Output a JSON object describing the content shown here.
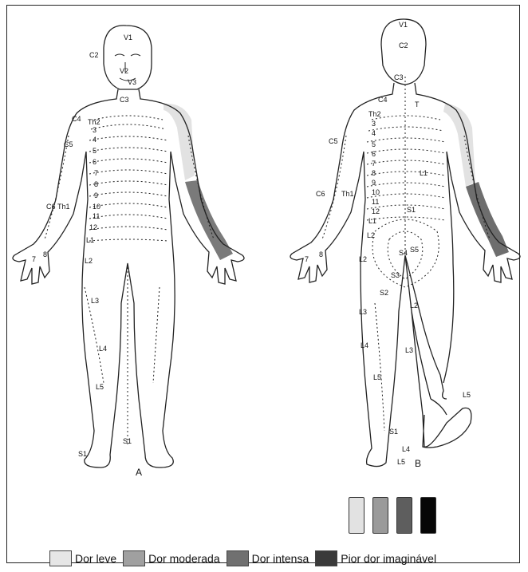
{
  "figure_labels": {
    "front": "A",
    "back": "B"
  },
  "front_dermatomes": [
    {
      "id": "V1",
      "text": "V1"
    },
    {
      "id": "C2",
      "text": "C2"
    },
    {
      "id": "V2",
      "text": "V2"
    },
    {
      "id": "V3",
      "text": "V3"
    },
    {
      "id": "C3",
      "text": "C3"
    },
    {
      "id": "C4",
      "text": "C4"
    },
    {
      "id": "Th2",
      "text": "Th2"
    },
    {
      "id": "3",
      "text": "3"
    },
    {
      "id": "4",
      "text": "4"
    },
    {
      "id": "C5",
      "text": "C5"
    },
    {
      "id": "5",
      "text": "5"
    },
    {
      "id": "6",
      "text": "6"
    },
    {
      "id": "7",
      "text": "7"
    },
    {
      "id": "8",
      "text": "8"
    },
    {
      "id": "9",
      "text": "9"
    },
    {
      "id": "10",
      "text": "10"
    },
    {
      "id": "11",
      "text": "11"
    },
    {
      "id": "12",
      "text": "12"
    },
    {
      "id": "C6",
      "text": "C6"
    },
    {
      "id": "Th1",
      "text": "Th1"
    },
    {
      "id": "L1",
      "text": "L1"
    },
    {
      "id": "L2",
      "text": "L2"
    },
    {
      "id": "C7",
      "text": "7"
    },
    {
      "id": "C8",
      "text": "8"
    },
    {
      "id": "L3",
      "text": "L3"
    },
    {
      "id": "L4",
      "text": "L4"
    },
    {
      "id": "L5",
      "text": "L5"
    },
    {
      "id": "S1a",
      "text": "S1"
    },
    {
      "id": "S1b",
      "text": "S1"
    }
  ],
  "back_dermatomes": [
    {
      "id": "V1",
      "text": "V1"
    },
    {
      "id": "C2",
      "text": "C2"
    },
    {
      "id": "C3",
      "text": "C3"
    },
    {
      "id": "C4",
      "text": "C4"
    },
    {
      "id": "T1",
      "text": "T"
    },
    {
      "id": "Th2",
      "text": "Th2"
    },
    {
      "id": "3",
      "text": "3"
    },
    {
      "id": "4",
      "text": "4"
    },
    {
      "id": "C5",
      "text": "C5"
    },
    {
      "id": "5",
      "text": "5"
    },
    {
      "id": "6",
      "text": "6"
    },
    {
      "id": "7",
      "text": "7"
    },
    {
      "id": "8",
      "text": "8"
    },
    {
      "id": "9",
      "text": "9"
    },
    {
      "id": "L1r",
      "text": "L1"
    },
    {
      "id": "10",
      "text": "10"
    },
    {
      "id": "C6",
      "text": "C6"
    },
    {
      "id": "Th1",
      "text": "Th1"
    },
    {
      "id": "11",
      "text": "11"
    },
    {
      "id": "12",
      "text": "12"
    },
    {
      "id": "S1",
      "text": "S1"
    },
    {
      "id": "L1",
      "text": "L1"
    },
    {
      "id": "L2",
      "text": "L2"
    },
    {
      "id": "C7",
      "text": "7"
    },
    {
      "id": "C8",
      "text": "8"
    },
    {
      "id": "S4",
      "text": "S4"
    },
    {
      "id": "S5",
      "text": "S5"
    },
    {
      "id": "L2b",
      "text": "L2"
    },
    {
      "id": "S3",
      "text": "S3"
    },
    {
      "id": "S2",
      "text": "S2"
    },
    {
      "id": "L3",
      "text": "L3"
    },
    {
      "id": "L2c",
      "text": "L2"
    },
    {
      "id": "L4",
      "text": "L4"
    },
    {
      "id": "L3b",
      "text": "L3"
    },
    {
      "id": "L5",
      "text": "L5"
    },
    {
      "id": "S1c",
      "text": "S1"
    },
    {
      "id": "L4b",
      "text": "L4"
    },
    {
      "id": "L5b",
      "text": "L5"
    },
    {
      "id": "L5c",
      "text": "L5"
    }
  ],
  "intensity_scale": [
    {
      "level": "leve",
      "color": "#e2e2e2"
    },
    {
      "level": "moderada",
      "color": "#9a9a9a"
    },
    {
      "level": "intensa",
      "color": "#5e5e5e"
    },
    {
      "level": "pior",
      "color": "#060606"
    }
  ],
  "legend": [
    {
      "label": "Dor leve",
      "color": "#e6e6e6"
    },
    {
      "label": "Dor moderada",
      "color": "#a0a0a0"
    },
    {
      "label": "Dor intensa",
      "color": "#707070"
    },
    {
      "label": "Pior dor imaginável",
      "color": "#3a3a3a"
    }
  ],
  "shading": {
    "front_right_arm": "#7a7a7a",
    "front_shoulder": "#e2e2e2",
    "back_right_arm": "#6e6e6e",
    "back_shoulder": "#e2e2e2"
  }
}
